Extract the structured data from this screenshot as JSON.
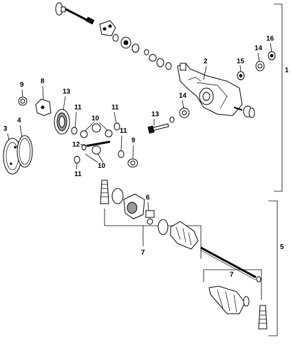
{
  "callouts": {
    "c1": "1",
    "c2": "2",
    "c3": "3",
    "c4": "4",
    "c5": "5",
    "c6": "6",
    "c7a": "7",
    "c7b": "7",
    "c8": "8",
    "c9a": "9",
    "c9b": "9",
    "c10a": "10",
    "c10b": "10",
    "c11a": "11",
    "c11b": "11",
    "c11c": "11",
    "c11d": "11",
    "c12": "12",
    "c13a": "13",
    "c13b": "13",
    "c14a": "14",
    "c14b": "14",
    "c15": "15",
    "c16": "16"
  }
}
